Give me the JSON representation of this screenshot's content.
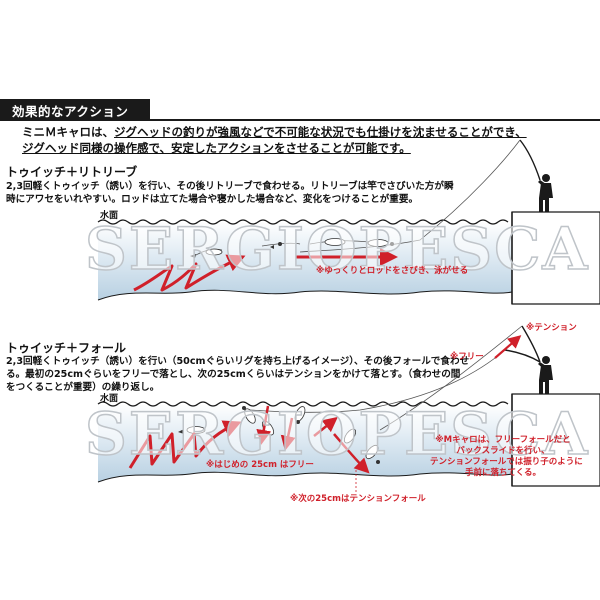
{
  "header": {
    "title": "効果的なアクション"
  },
  "intro": {
    "line1_pre": "ミニＭキャロは、",
    "line1_underlined": "ジグヘッドの釣りが強風などで不可能な状況でも仕掛けを沈ませることができ、",
    "line2": "ジグヘッド同様の操作感で、安定したアクションをさせることが可能です。"
  },
  "section1": {
    "title": "トゥイッチ＋リトリーブ",
    "desc1": "2,3回軽くトゥイッチ（誘い）を行い、その後リトリーブで食わせる。リトリーブは竿でさびいた方が瞬",
    "desc2": "時にアワセをいれやすい。ロッドは立てた場合や寝かした場合など、変化をつけることが重要。",
    "water_label": "水面",
    "note": "※ゆっくりとロッドをさびき、泳がせる"
  },
  "section2": {
    "title": "トゥイッチ＋フォール",
    "desc1": "2,3回軽くトゥイッチ（誘い）を行い（50cmぐらいリグを持ち上げるイメージ）、その後フォールで食わせ",
    "desc2": "る。最初の25cmぐらいをフリーで落とし、次の25cmくらいはテンションをかけて落とす。（食わせの間",
    "desc3": "をつくることが重要）の繰り返し。",
    "water_label": "水面",
    "note_tension": "※テンション",
    "note_free": "※フリー",
    "note_first25": "※はじめの 25cm はフリー",
    "note_next25": "※次の25cmはテンションフォール",
    "note_m1": "※Mキャロは、フリーフォールだと",
    "note_m2": "バックスライドを行い、",
    "note_m3": "テンションフォールでは振り子のように",
    "note_m4": "手前に落ちてくる。"
  },
  "watermark": {
    "text": "SERGIOPESCA"
  },
  "colors": {
    "water_top": "#ffffff",
    "water_bottom": "#b9d3e4",
    "arrow_red": "#d0202a",
    "ink": "#1a1a1a"
  }
}
